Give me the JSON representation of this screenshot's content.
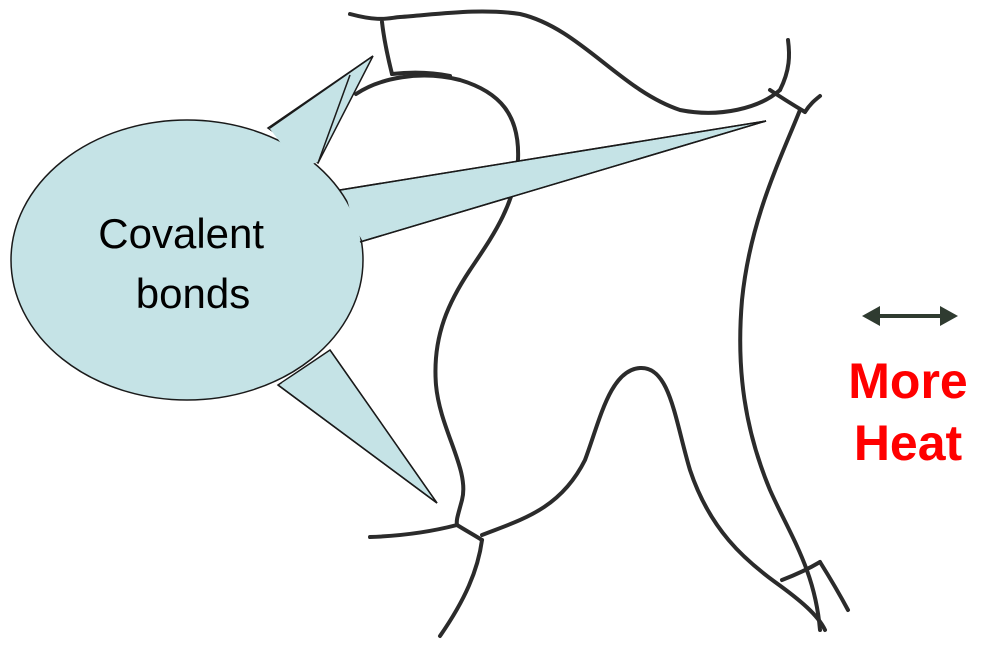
{
  "callout": {
    "line1": "Covalent",
    "line2": "bonds",
    "fill_color": "#c5e3e6",
    "stroke_color": "#1a1a1a"
  },
  "heat_label": {
    "line1": "More",
    "line2": "Heat",
    "color": "#ff0000"
  },
  "arrow": {
    "icon": "double-headed-arrow-icon",
    "color": "#2f3b30"
  },
  "polymer": {
    "stroke_color": "#2b2b2b"
  }
}
